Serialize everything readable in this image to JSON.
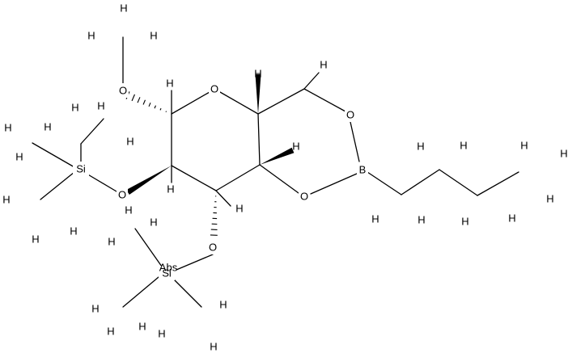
{
  "molecule": {
    "atom_labels": {
      "ring_oxygen": "O",
      "dioxaborinane_oxygen_top": "O",
      "dioxaborinane_oxygen_bottom": "O",
      "boron": "B",
      "methoxy_oxygen": "O",
      "silyloxy_oxygen_c2": "O",
      "silyloxy_oxygen_c3": "O",
      "silicon_1": "Si",
      "silicon_2": "Si",
      "stereo_abs": "Abs"
    },
    "hydrogen_label": "H"
  }
}
